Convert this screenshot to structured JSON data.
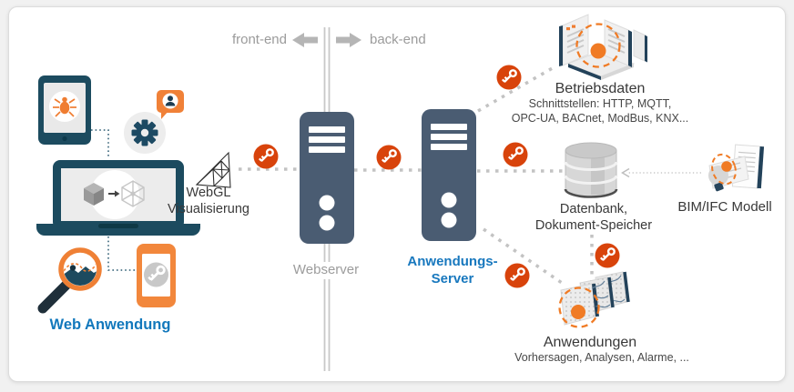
{
  "flow_labels": {
    "front_end": "front-end",
    "back_end": "back-end"
  },
  "nodes": {
    "web_app": {
      "label": "Web Anwendung"
    },
    "webgl": {
      "label": "WebGL\nVisualisierung"
    },
    "webserver": {
      "label": "Webserver"
    },
    "app_server": {
      "label": "Anwendungs-\nServer"
    },
    "betriebsdaten": {
      "title": "Betriebsdaten",
      "subtitle": "Schnittstellen: HTTP, MQTT,\nOPC-UA, BACnet, ModBus, KNX..."
    },
    "database": {
      "label": "Datenbank,\nDokument-Speicher"
    },
    "bim_model": {
      "label": "BIM/IFC Modell"
    },
    "applications": {
      "title": "Anwendungen",
      "subtitle": "Vorhersagen, Analysen, Alarme, ..."
    }
  },
  "connections": [
    {
      "from": "web_app",
      "to": "webserver",
      "via": "webgl",
      "secured": true
    },
    {
      "from": "webserver",
      "to": "app_server",
      "secured": true
    },
    {
      "from": "app_server",
      "to": "betriebsdaten",
      "secured": true
    },
    {
      "from": "app_server",
      "to": "database",
      "secured": true
    },
    {
      "from": "app_server",
      "to": "applications",
      "secured": true
    },
    {
      "from": "database",
      "to": "applications",
      "secured": true
    },
    {
      "from": "bim_model",
      "to": "database",
      "secured": false
    }
  ],
  "icons": {
    "key": "key-icon",
    "bug": "bug-icon",
    "gear": "gear-icon",
    "user_chat": "user-chat-bubble-icon",
    "cube_transform": "cube-transform-icon",
    "magnifier": "magnifier-icon",
    "tablet": "tablet-icon",
    "laptop": "laptop-icon",
    "smartphone": "smartphone-icon",
    "server": "server-tower-icon",
    "database": "database-cylinder-icon",
    "webgl_mesh": "webgl-mesh-icon",
    "operating_data": "operating-data-icon",
    "bim": "bim-bulb-document-icon",
    "applications": "neural-panels-icon"
  },
  "colors": {
    "accent_orange": "#f07b25",
    "device_orange": "#f2873c",
    "key_red": "#d8430b",
    "device_navy": "#1c4b5f",
    "server_slate": "#4a5c72",
    "link_blue": "#1278bc",
    "muted_gray": "#9c9c9c",
    "line_gray": "#c3c3c3",
    "dark_text": "#3a3a3a"
  }
}
